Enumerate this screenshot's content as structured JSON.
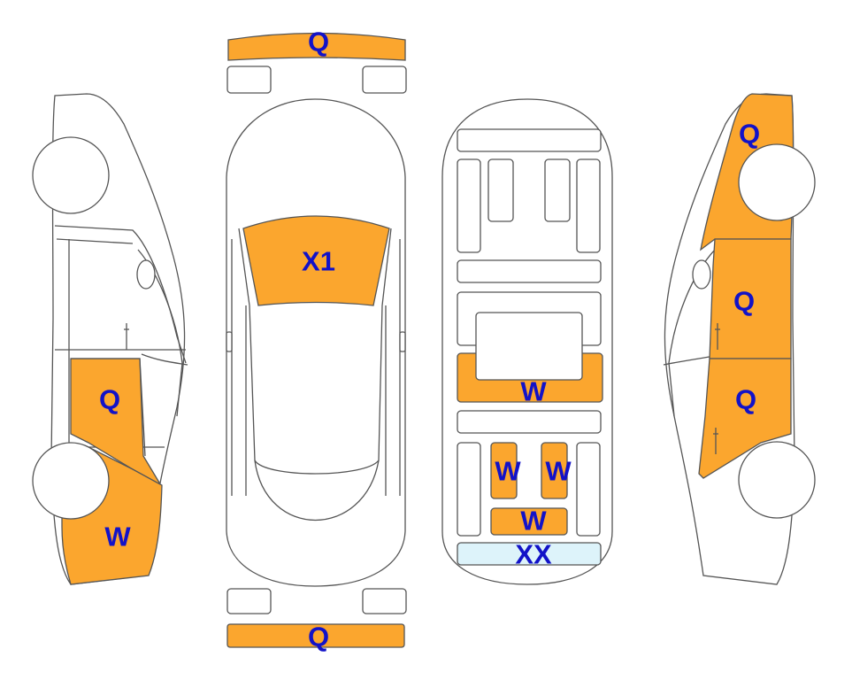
{
  "colors": {
    "damage": "#FBA62E",
    "replaced_glass": "#DDF3FA",
    "label": "#1212C8",
    "outline": "#555555"
  },
  "diagram_title": "",
  "zones": {
    "front_bumper": {
      "code": "Q",
      "status": "damage"
    },
    "windshield": {
      "code": "X1",
      "status": "damage"
    },
    "rear_bumper": {
      "code": "Q",
      "status": "damage"
    },
    "left_rear_door": {
      "code": "Q",
      "status": "damage"
    },
    "left_rear_quarter": {
      "code": "W",
      "status": "damage"
    },
    "right_front_fender": {
      "code": "Q",
      "status": "damage"
    },
    "right_front_door": {
      "code": "Q",
      "status": "damage"
    },
    "right_rear_door": {
      "code": "Q",
      "status": "damage"
    },
    "floor_center": {
      "code": "W",
      "status": "damage"
    },
    "floor_rear_left": {
      "code": "W",
      "status": "damage"
    },
    "floor_rear_right": {
      "code": "W",
      "status": "damage"
    },
    "floor_trunk": {
      "code": "W",
      "status": "damage"
    },
    "floor_rear_panel": {
      "code": "XX",
      "status": "replaced"
    }
  }
}
